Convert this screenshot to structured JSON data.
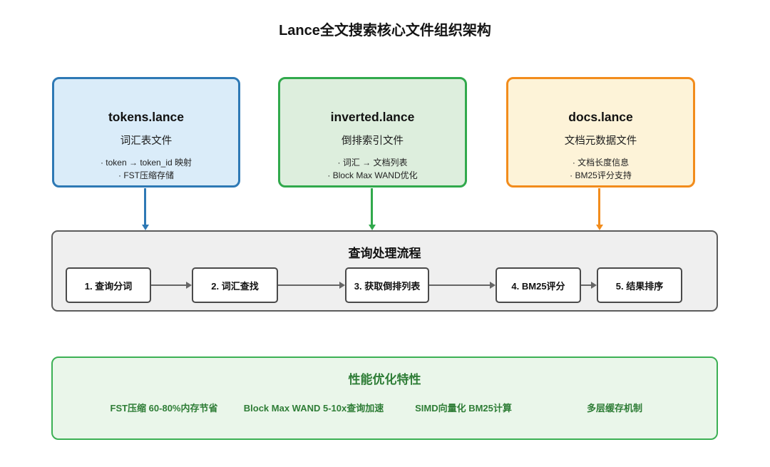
{
  "title": "Lance全文搜索核心文件组织架构",
  "colors": {
    "tokens_accent": "#2e79b5",
    "tokens_bg": "#daecf9",
    "inverted_accent": "#31a94c",
    "inverted_bg": "#ddeedd",
    "docs_accent": "#f28c1c",
    "docs_bg": "#fdf3d8",
    "flow_bg": "#efefef",
    "flow_border": "#5c5c5c",
    "arrow_gray": "#666666",
    "perf_bg": "#eaf6ea",
    "perf_border": "#3cb054",
    "perf_text": "#2e7d36"
  },
  "file_boxes": [
    {
      "name": "tokens.lance",
      "subtitle": "词汇表文件",
      "bullets": [
        "· token → token_id 映射",
        "· FST压缩存储"
      ]
    },
    {
      "name": "inverted.lance",
      "subtitle": "倒排索引文件",
      "bullets": [
        "· 词汇 → 文档列表",
        "· Block Max WAND优化"
      ]
    },
    {
      "name": "docs.lance",
      "subtitle": "文档元数据文件",
      "bullets": [
        "· 文档长度信息",
        "· BM25评分支持"
      ]
    }
  ],
  "flow": {
    "title": "查询处理流程",
    "steps": [
      "1. 查询分词",
      "2. 词汇查找",
      "3. 获取倒排列表",
      "4. BM25评分",
      "5. 结果排序"
    ]
  },
  "performance": {
    "title": "性能优化特性",
    "items": [
      "FST压缩 60-80%内存节省",
      "Block Max WAND 5-10x查询加速",
      "SIMD向量化 BM25计算",
      "多层缓存机制"
    ]
  }
}
